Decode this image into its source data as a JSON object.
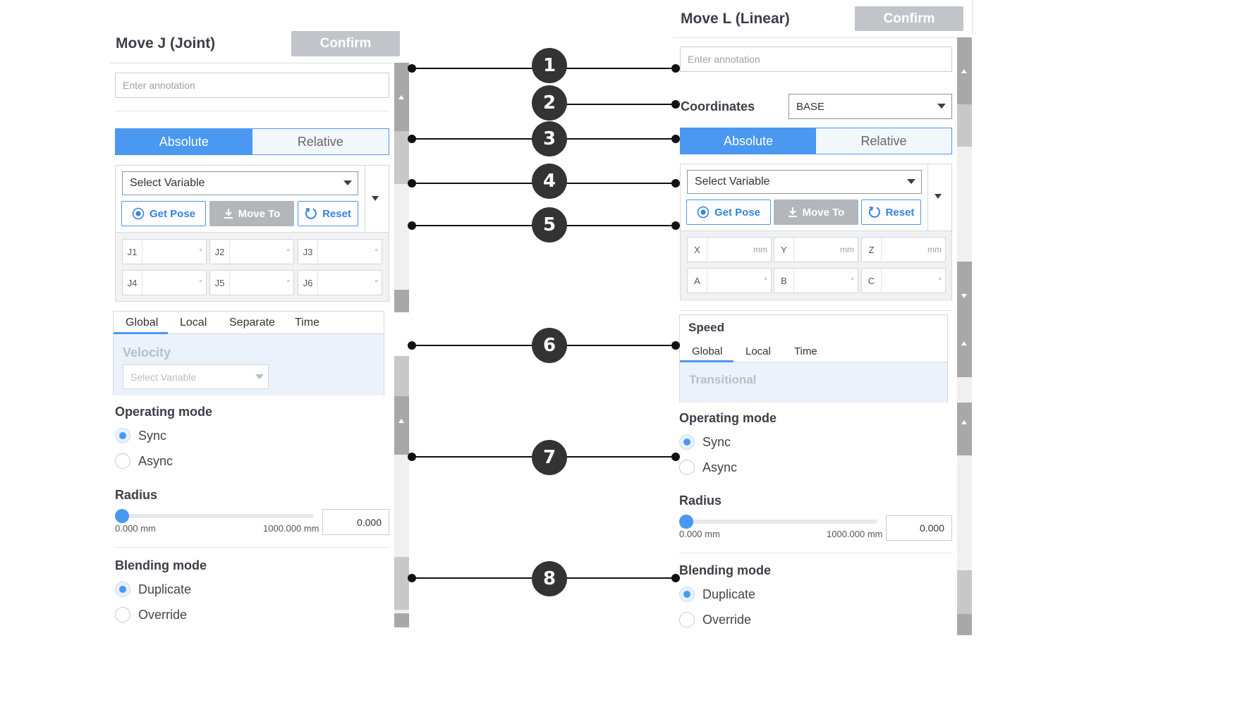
{
  "left": {
    "title": "Move J (Joint)",
    "confirm": "Confirm",
    "annotation_placeholder": "Enter annotation",
    "mode_tabs": [
      "Absolute",
      "Relative"
    ],
    "select_variable": "Select Variable",
    "buttons": {
      "get_pose": "Get Pose",
      "move_to": "Move To",
      "reset": "Reset"
    },
    "joints": [
      {
        "label": "J1",
        "unit": "°"
      },
      {
        "label": "J2",
        "unit": "°"
      },
      {
        "label": "J3",
        "unit": "°"
      },
      {
        "label": "J4",
        "unit": "°"
      },
      {
        "label": "J5",
        "unit": "°"
      },
      {
        "label": "J6",
        "unit": "°"
      }
    ],
    "speed_tabs": [
      "Global",
      "Local",
      "Separate",
      "Time"
    ],
    "velocity_label": "Velocity",
    "velocity_select": "Select Variable",
    "operating_mode": {
      "label": "Operating mode",
      "options": [
        "Sync",
        "Async"
      ],
      "selected": "Sync"
    },
    "radius": {
      "label": "Radius",
      "min": "0.000 mm",
      "max": "1000.000 mm",
      "value": "0.000",
      "fraction": 0
    },
    "blending_mode": {
      "label": "Blending mode",
      "options": [
        "Duplicate",
        "Override"
      ],
      "selected": "Duplicate"
    }
  },
  "right": {
    "title": "Move L (Linear)",
    "confirm": "Confirm",
    "annotation_placeholder": "Enter annotation",
    "coordinates_label": "Coordinates",
    "coordinates_value": "BASE",
    "mode_tabs": [
      "Absolute",
      "Relative"
    ],
    "select_variable": "Select Variable",
    "buttons": {
      "get_pose": "Get Pose",
      "move_to": "Move To",
      "reset": "Reset"
    },
    "axes": [
      {
        "label": "X",
        "unit": "mm"
      },
      {
        "label": "Y",
        "unit": "mm"
      },
      {
        "label": "Z",
        "unit": "mm"
      },
      {
        "label": "A",
        "unit": "°"
      },
      {
        "label": "B",
        "unit": "°"
      },
      {
        "label": "C",
        "unit": "°"
      }
    ],
    "speed_label": "Speed",
    "speed_tabs": [
      "Global",
      "Local",
      "Time"
    ],
    "transitional_label": "Transitional",
    "operating_mode": {
      "label": "Operating mode",
      "options": [
        "Sync",
        "Async"
      ],
      "selected": "Sync"
    },
    "radius": {
      "label": "Radius",
      "min": "0.000 mm",
      "max": "1000.000 mm",
      "value": "0.000",
      "fraction": 0
    },
    "blending_mode": {
      "label": "Blending mode",
      "options": [
        "Duplicate",
        "Override"
      ],
      "selected": "Duplicate"
    }
  },
  "callouts": [
    "1",
    "2",
    "3",
    "4",
    "5",
    "6",
    "7",
    "8"
  ],
  "colors": {
    "accent": "#4a98f0",
    "confirm_disabled": "#c1c4c9",
    "callout": "#333333"
  }
}
